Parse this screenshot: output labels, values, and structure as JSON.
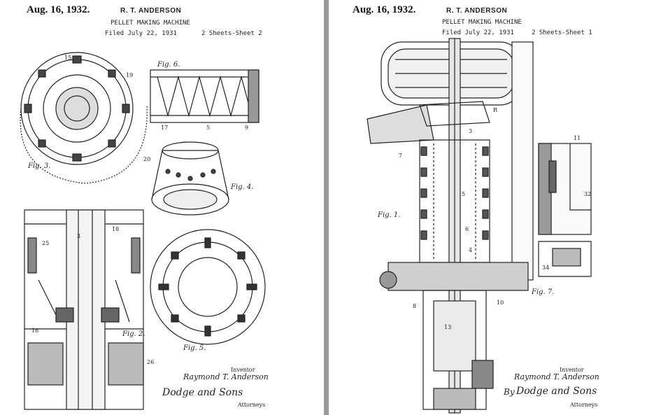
{
  "sheet_left": {
    "date": "Aug. 16, 1932.",
    "inventor_name": "R. T. ANDERSON",
    "title": "PELLET MAKING MACHINE",
    "filed": "Filed July 22, 1931",
    "sheets": "2 Sheets-Sheet  2",
    "inventor_label": "Inventor",
    "inventor_signature": "Raymond T. Anderson",
    "attorney_signature": "Dodge and Sons",
    "attorneys_label": "Attorneys",
    "figures": [
      "Fig. 2.",
      "Fig. 3.",
      "Fig. 4.",
      "Fig. 5.",
      "Fig. 6."
    ]
  },
  "sheet_right": {
    "date": "Aug. 16, 1932.",
    "inventor_name": "R. T. ANDERSON",
    "title": "PELLET MAKING MACHINE",
    "filed": "Filed July 22, 1931",
    "sheets": "2 Sheets-Sheet  1",
    "inventor_label": "Inventor",
    "inventor_signature": "Raymond T. Anderson",
    "by_label": "By",
    "attorney_signature": "Dodge and Sons",
    "attorneys_label": "Attorneys",
    "figures": [
      "Fig. 1.",
      "Fig. 7."
    ]
  }
}
